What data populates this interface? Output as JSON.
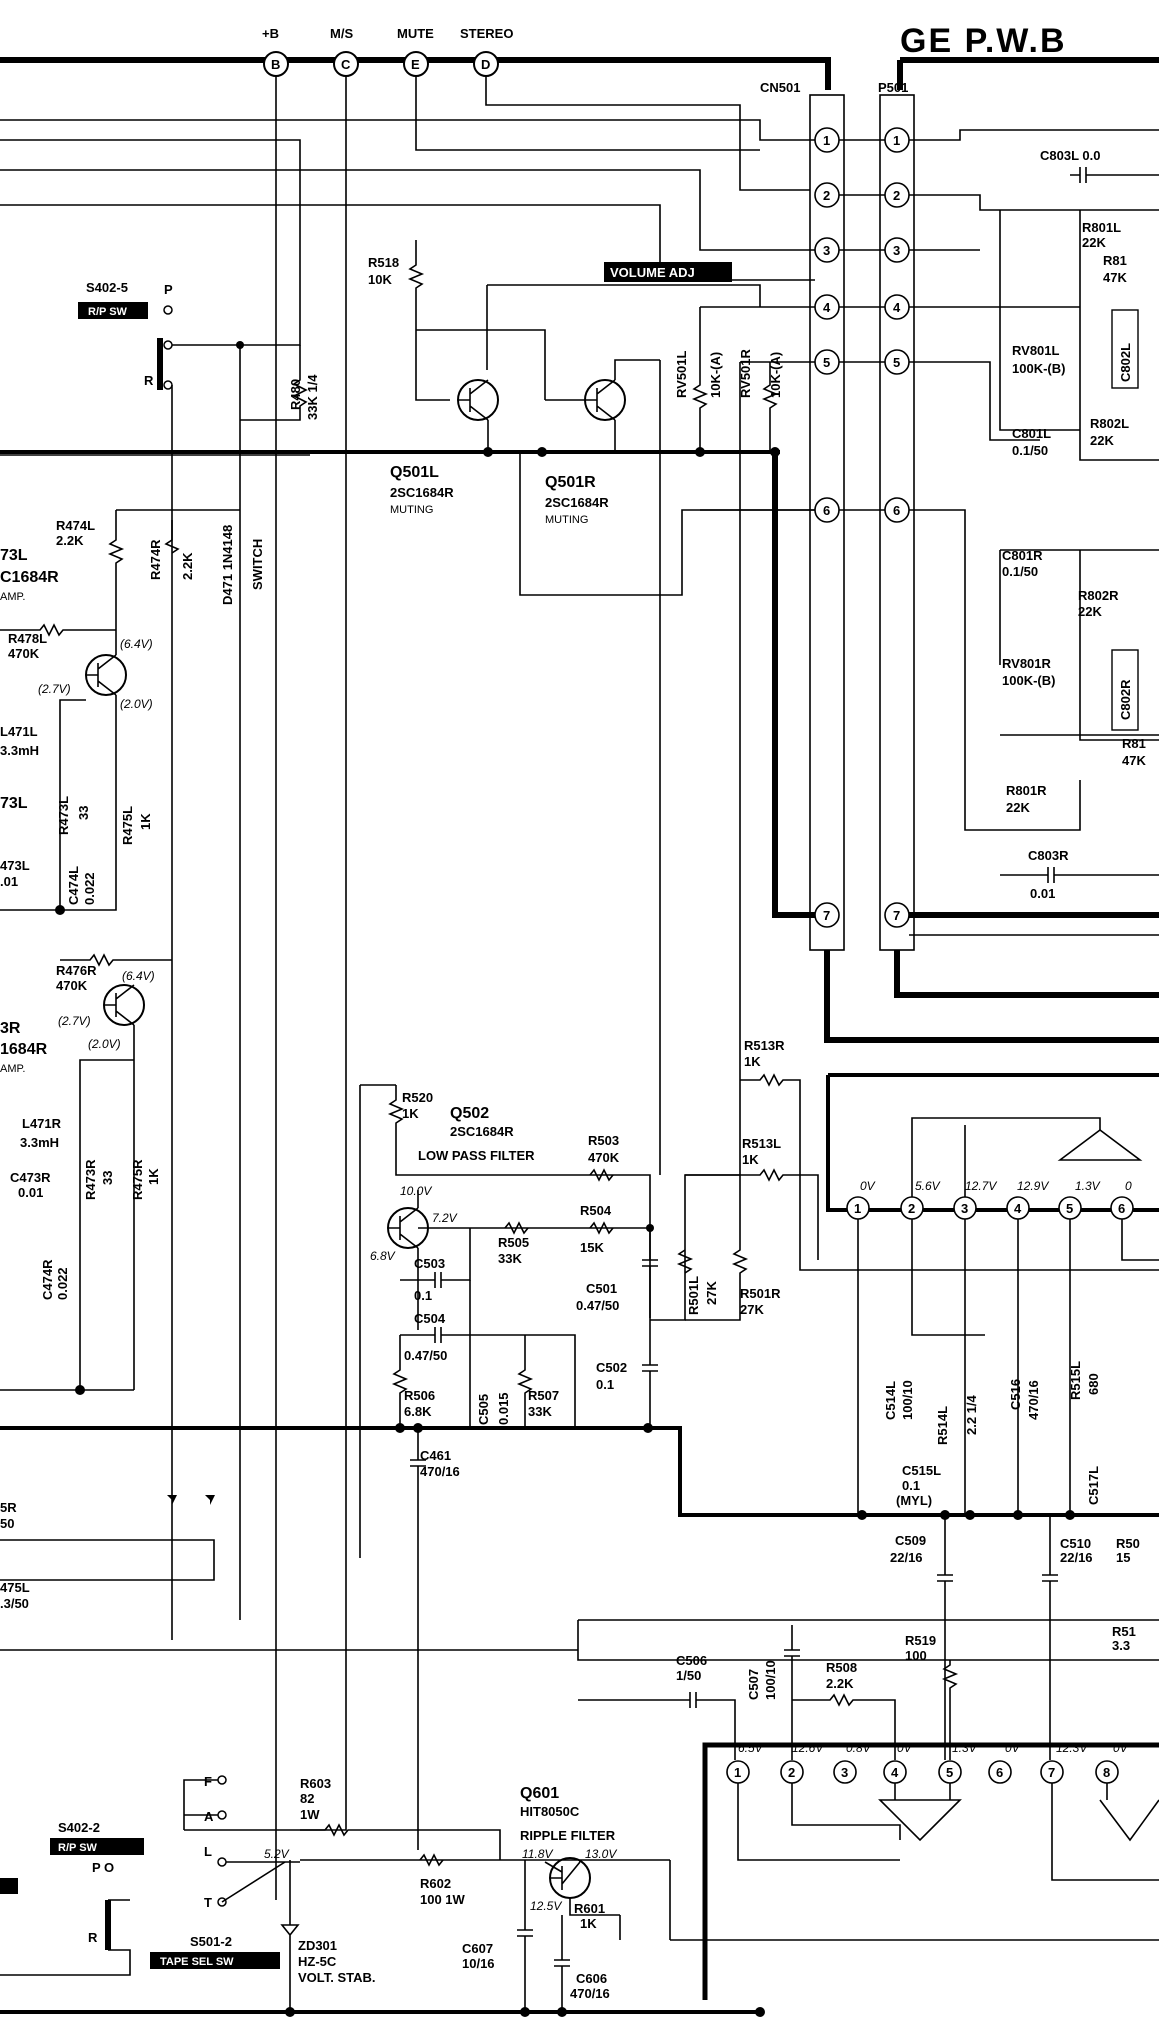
{
  "title": "GE P.W.B",
  "header_signals": [
    {
      "name": "+B",
      "letter": "B"
    },
    {
      "name": "M/S",
      "letter": "C"
    },
    {
      "name": "MUTE",
      "letter": "E"
    },
    {
      "name": "STEREO",
      "letter": "D"
    }
  ],
  "connectors": {
    "cn": "CN501",
    "p": "P501",
    "pins": [
      "1",
      "2",
      "3",
      "4",
      "5",
      "6",
      "7"
    ]
  },
  "switches": {
    "s402_5": "S402-5",
    "s402_5_tag": "R/P SW",
    "s402_5_p": "P",
    "s402_5_r": "R",
    "s402_2": "S402-2",
    "s402_2_tag": "R/P SW",
    "s402_2_po": "P O",
    "s501_2": "S501-2",
    "s501_2_tag": "TAPE SEL SW",
    "s501_f": "F",
    "s501_a": "A",
    "s501_l": "L",
    "s501_t": "T",
    "s501_r": "R"
  },
  "volume_adj": "VOLUME ADJ",
  "transistors": {
    "q501l": {
      "name": "Q501L",
      "part": "2SC1684R",
      "func": "MUTING"
    },
    "q501r": {
      "name": "Q501R",
      "part": "2SC1684R",
      "func": "MUTING"
    },
    "q502": {
      "name": "Q502",
      "part": "2SC1684R",
      "func": "LOW PASS FILTER"
    },
    "q601": {
      "name": "Q601",
      "part": "HIT8050C",
      "func": "RIPPLE FILTER"
    },
    "q473l": {
      "name": "73L",
      "part": "C1684R",
      "func": "AMP."
    },
    "q473r": {
      "name": "3R",
      "part": "1684R",
      "func": "AMP."
    }
  },
  "components": {
    "r518": "R518",
    "r518v": "10K",
    "r480": "R480",
    "r480v": "33K 1/4",
    "d471": "D471 1N4148",
    "d471f": "SWITCH",
    "r474l": "R474L",
    "r474lv": "2.2K",
    "r474r": "R474R",
    "r474rv": "2.2K",
    "r478l": "R478L",
    "r478lv": "470K",
    "l471l": "L471L",
    "l471lv": "3.3mH",
    "r473l": "R473L",
    "r473lv": "33",
    "r475l": "R475L",
    "r475lv": "1K",
    "c474l": "C474L",
    "c474lv": "0.022",
    "c473l": "473L",
    "c473lv": ".01",
    "r476r": "R476R",
    "r476rv": "470K",
    "l471r": "L471R",
    "l471rv": "3.3mH",
    "r473r": "R473R",
    "r473rv": "33",
    "r475r": "R475R",
    "r475rv": "1K",
    "c473r": "C473R",
    "c473rv": "0.01",
    "c474r": "C474R",
    "c474rv": "0.022",
    "rv501l": "RV501L",
    "rv501lv": "10K-(A)",
    "rv501r": "RV501R",
    "rv501rv": "10K-(A)",
    "r520": "R520",
    "r520v": "1K",
    "r503": "R503",
    "r503v": "470K",
    "r504": "R504",
    "r504v": "15K",
    "r505": "R505",
    "r505v": "33K",
    "c503": "C503",
    "c503v": "0.1",
    "c504": "C504",
    "c504v": "0.47/50",
    "c501": "C501",
    "c501v": "0.47/50",
    "c502": "C502",
    "c502v": "0.1",
    "r501l": "R501L",
    "r501lv": "27K",
    "r501r": "R501R",
    "r501rv": "27K",
    "r506": "R506",
    "r506v": "6.8K",
    "c505": "C505",
    "c505v": "0.015",
    "r507": "R507",
    "r507v": "33K",
    "c461": "C461",
    "c461v": "470/16",
    "r513r": "R513R",
    "r513rv": "1K",
    "r513l": "R513L",
    "r513lv": "1K",
    "c514l": "C514L",
    "c514lv": "100/10",
    "r514l": "R514L",
    "r514lv": "2.2 1/4",
    "c516": "C516",
    "c516v": "470/16",
    "r515l": "R515L",
    "r515lv": "680",
    "c515l": "C515L",
    "c515lv": "0.1",
    "c515lm": "(MYL)",
    "c517l": "C517L",
    "c509": "C509",
    "c509v": "22/16",
    "c510": "C510",
    "c510v": "22/16",
    "r50x": "R50",
    "r50xv": "15",
    "c506": "C506",
    "c506v": "1/50",
    "c507": "C507",
    "c507v": "100/10",
    "r508": "R508",
    "r508v": "2.2K",
    "r519": "R519",
    "r519v": "100",
    "r51x": "R51",
    "r51xv": "3.3",
    "r603": "R603",
    "r603v": "82",
    "r603w": "1W",
    "r602": "R602",
    "r602v": "100 1W",
    "r601": "R601",
    "r601v": "1K",
    "c607": "C607",
    "c607v": "10/16",
    "c606": "C606",
    "c606v": "470/16",
    "zd301": "ZD301",
    "zd301v": "HZ-5C",
    "zd301f": "VOLT. STAB.",
    "c803l": "C803L 0.0",
    "r801l": "R801L",
    "r801lv": "22K",
    "r81a": "R81",
    "r81av": "47K",
    "rv801l": "RV801L",
    "rv801lv": "100K-(B)",
    "c802l": "C802L",
    "c801l": "C801L",
    "c801lv": "0.1/50",
    "r802l": "R802L",
    "r802lv": "22K",
    "c801r": "C801R",
    "c801rv": "0.1/50",
    "r802r": "R802R",
    "r802rv": "22K",
    "rv801r": "RV801R",
    "rv801rv": "100K-(B)",
    "c802r": "C802R",
    "r81b": "R81",
    "r81bv": "47K",
    "r801r": "R801R",
    "r801rv": "22K",
    "c803r": "C803R",
    "c803rv": "0.01",
    "c5r": "5R",
    "c5rv": "50",
    "c475l": "475L",
    "c475lv": ".3/50"
  },
  "voltages": {
    "q473l_c": "(6.4V)",
    "q473l_b": "(2.7V)",
    "q473l_e": "(2.0V)",
    "q473r_c": "(6.4V)",
    "q473r_b": "(2.7V)",
    "q473r_e": "(2.0V)",
    "q502_c": "10.0V",
    "q502_b": "6.8V",
    "q502_e": "7.2V",
    "q601_in": "11.8V",
    "q601_out": "13.0V",
    "q601_b": "12.5V",
    "sw": "5.2V",
    "ic1": [
      "0V",
      "5.6V",
      "12.7V",
      "12.9V",
      "1.3V",
      "0"
    ],
    "ic2": [
      "6.5V",
      "12.6V",
      "0.8V",
      "0V",
      "1.3V",
      "0V",
      "12.3V",
      "0V"
    ]
  },
  "ic_pins": {
    "upper": [
      "1",
      "2",
      "3",
      "4",
      "5",
      "6"
    ],
    "lower": [
      "1",
      "2",
      "3",
      "4",
      "5",
      "6",
      "7",
      "8"
    ]
  }
}
